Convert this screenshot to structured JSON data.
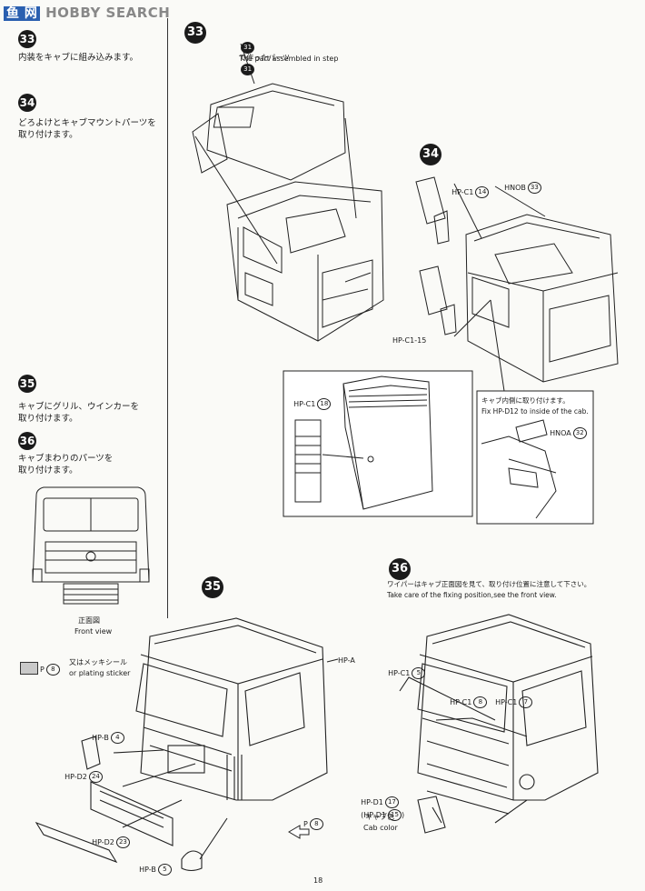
{
  "watermark": {
    "cn": "鱼 网",
    "en": "HOBBY SEARCH"
  },
  "left_steps": [
    {
      "num": "33",
      "text": "内装をキャブに組み込みます。"
    },
    {
      "num": "34",
      "text": "どろよけとキャブマウントパーツを\n取り付けます。"
    },
    {
      "num": "35",
      "text": "キャブにグリル、ウインカーを\n取り付けます。"
    },
    {
      "num": "36",
      "text": "キャブまわりのパーツを\n取り付けます。"
    }
  ],
  "front_view": {
    "jp": "正面図",
    "en": "Front view"
  },
  "plating": {
    "part": "8",
    "jp": "又はメッキシール",
    "en": "or plating sticker"
  },
  "step33": {
    "num": "33",
    "note_num": "31",
    "note_jp": "で作ったパーツ",
    "note_en": "The part assembled in step",
    "note_step": "31"
  },
  "step34": {
    "num": "34",
    "label_c1_14": "HP-C1",
    "label_c1_14_num": "14",
    "label_hnob": "HNOB",
    "label_hnob_num": "33",
    "label_c115": "HP-C1-15",
    "detail_part": "HP-C1",
    "detail_part_num": "18",
    "inside_jp": "キャブ内側に取り付けます。",
    "inside_en": "Fix HP-D12 to inside of the cab.",
    "hnoa": "HNOA",
    "hnoa_num": "32"
  },
  "step35": {
    "num": "35",
    "hp_a": "HP-A",
    "hp_b4": "HP-B",
    "hp_b4_num": "4",
    "hp_d2_24": "HP-D2",
    "hp_d2_24_num": "24",
    "hp_d2_23": "HP-D2",
    "hp_d2_23_num": "23",
    "hp_b5": "HP-B",
    "hp_b5_num": "5",
    "p8": "8"
  },
  "step36": {
    "num": "36",
    "note_jp": "ワイパーはキャブ正面図を見て、取り付け位置に注意して下さい。",
    "note_en": "Take care of the fixing position,see the front view.",
    "hp_c1_5": "HP-C1",
    "hp_c1_5_num": "5",
    "hp_c1_8": "HP-C1",
    "hp_c1_8_num": "8",
    "hp_c1_7": "HP-C1",
    "hp_c1_7_num": "7",
    "hp_d1_17": "HP-D1",
    "hp_d1_17_num": "17",
    "hp_d1_15": "(HP-D1",
    "hp_d1_15_num": "15",
    "cab_color_jp": "キャブ色",
    "cab_color_en": "Cab color"
  },
  "page_number": "18"
}
